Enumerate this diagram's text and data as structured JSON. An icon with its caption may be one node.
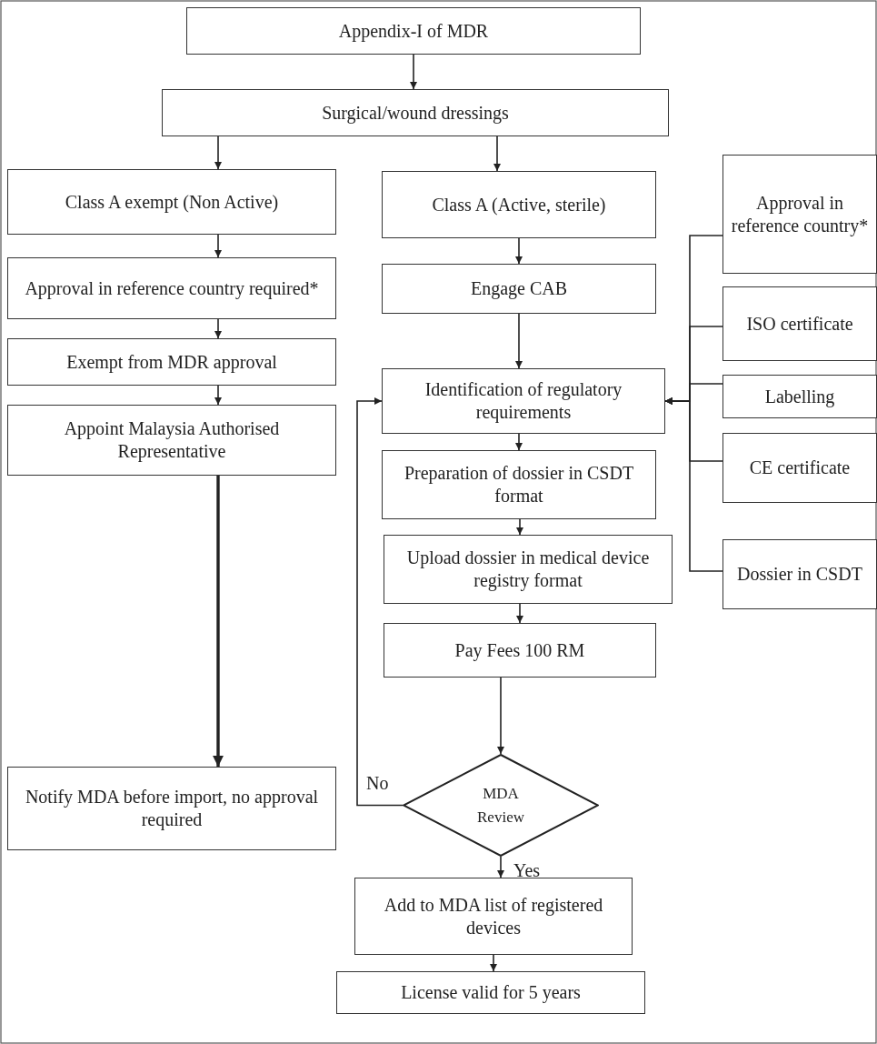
{
  "diagram": {
    "nodes": [
      {
        "text": [
          "Appendix-I of MDR"
        ]
      },
      {
        "text": [
          "Surgical/wound dressings"
        ]
      },
      {
        "text": [
          "Class A exempt (Non Active)"
        ]
      },
      {
        "text": [
          "Class A (Active, sterile)"
        ]
      },
      {
        "text": [
          "Approval in reference country required*"
        ]
      },
      {
        "text": [
          "Exempt from MDR approval"
        ]
      },
      {
        "text": [
          "Appoint Malaysia Authorised Representative"
        ]
      },
      {
        "text": [
          "Engage CAB"
        ]
      },
      {
        "text": [
          "Identification of regulatory requirements"
        ]
      },
      {
        "text": [
          "Preparation of dossier in CSDT format"
        ]
      },
      {
        "text": [
          "Upload dossier in medical device registry format"
        ]
      },
      {
        "text": [
          "Pay Fees 100 RM"
        ]
      },
      {
        "text": [
          "MDA Review"
        ]
      },
      {
        "text": [
          "Notify MDA before import, no approval required"
        ]
      },
      {
        "text": [
          "Add to MDA list of registered devices"
        ]
      },
      {
        "text": [
          "License valid for 5 years"
        ]
      },
      {
        "text": [
          "Approval in reference country*"
        ]
      },
      {
        "text": [
          "ISO certificate"
        ]
      },
      {
        "text": [
          "Labelling"
        ]
      },
      {
        "text": [
          "CE certificate"
        ]
      },
      {
        "text": [
          "Dossier in CSDT"
        ]
      }
    ],
    "edges": [
      {
        "from": 0,
        "to": 1,
        "arrow": "to"
      },
      {
        "from": 1,
        "to": 2,
        "arrow": "to"
      },
      {
        "from": 1,
        "to": 3,
        "arrow": "to"
      },
      {
        "from": 2,
        "to": 4,
        "arrow": "to"
      },
      {
        "from": 4,
        "to": 5,
        "arrow": "to"
      },
      {
        "from": 5,
        "to": 6,
        "arrow": "to"
      },
      {
        "from": 6,
        "to": 13,
        "arrow": "to",
        "style": "thick"
      },
      {
        "from": 3,
        "to": 7,
        "arrow": "to"
      },
      {
        "from": 7,
        "to": 8,
        "arrow": "to"
      },
      {
        "from": 8,
        "to": 9,
        "arrow": "to"
      },
      {
        "from": 9,
        "to": 10,
        "arrow": "to"
      },
      {
        "from": 10,
        "to": 11,
        "arrow": "to"
      },
      {
        "from": 11,
        "to": 12,
        "arrow": "to"
      },
      {
        "from": 12,
        "to": 8,
        "label": "No",
        "arrow": "to"
      },
      {
        "from": 12,
        "to": 14,
        "label": "Yes",
        "arrow": "to"
      },
      {
        "from": 14,
        "to": 15,
        "arrow": "to"
      },
      {
        "from": 16,
        "to": 8,
        "arrow": "to"
      },
      {
        "from": 17,
        "to": 8,
        "arrow": "to"
      },
      {
        "from": 18,
        "to": 8,
        "arrow": "to"
      },
      {
        "from": 19,
        "to": 8,
        "arrow": "to"
      },
      {
        "from": 20,
        "to": 8,
        "arrow": "to"
      }
    ]
  }
}
